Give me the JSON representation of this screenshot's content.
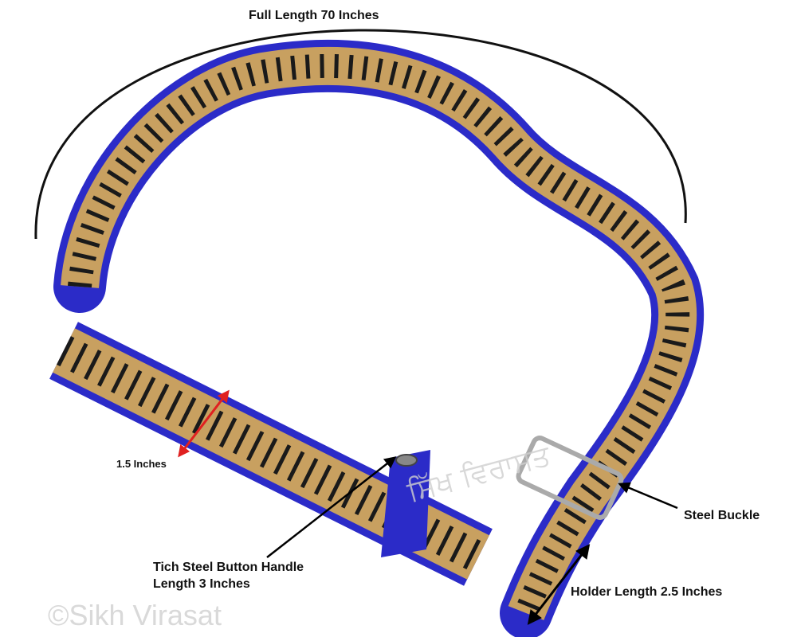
{
  "annotations": {
    "full_length": "Full Length 70 Inches",
    "width": "1.5 Inches",
    "button_handle_line1": "Tich Steel Button Handle",
    "button_handle_line2": "Length 3 Inches",
    "steel_buckle": "Steel Buckle",
    "holder_length": "Holder Length 2.5 Inches"
  },
  "watermark": {
    "copyright": "©Sikh Virasat",
    "punjabi": "ਸਿੱਖ ਵਿਰਾਸਤ"
  },
  "colors": {
    "belt_border": "#2b2bc8",
    "belt_gold": "#c8a060",
    "chevron": "#1a1a1a",
    "width_marker": "#e02020"
  }
}
